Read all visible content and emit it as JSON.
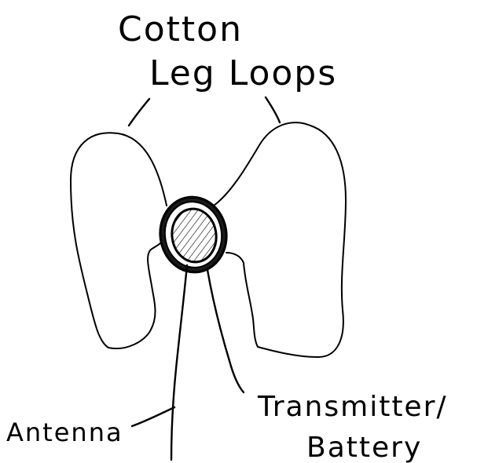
{
  "labels": {
    "title_line1": "Cotton",
    "title_line2": "Leg Loops",
    "antenna": "Antenna",
    "transmitter_line1": "Transmitter/",
    "transmitter_line2": "Battery"
  },
  "colors": {
    "ink": "#000000",
    "background": "#ffffff"
  }
}
